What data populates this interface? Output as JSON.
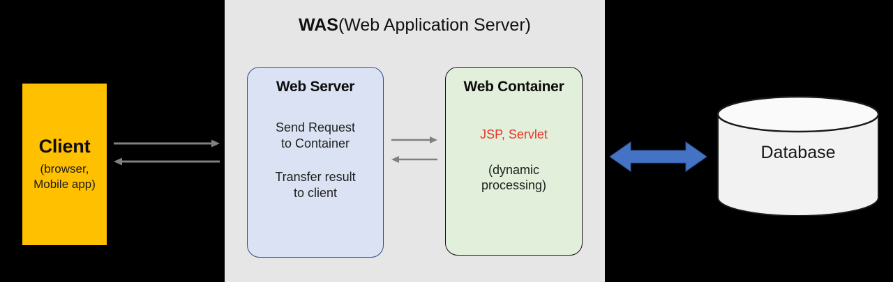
{
  "diagram": {
    "title": "WAS (Web Application Server) architecture",
    "background_color": "#000000"
  },
  "client": {
    "title": "Client",
    "subtitle": "(browser,\nMobile app)",
    "fill_color": "#FFC000",
    "text_color": "#0D0D0D"
  },
  "was": {
    "title_bold": "WAS",
    "title_regular": "(Web Application Server)",
    "panel_color": "#E6E6E6"
  },
  "web_server": {
    "title": "Web Server",
    "line1": "Send Request\nto Container",
    "line2": "Transfer result\nto client",
    "fill_color": "#DAE2F3",
    "border_color": "#2E4D8C"
  },
  "web_container": {
    "title": "Web Container",
    "line1": "JSP, Servlet",
    "line2": "(dynamic\nprocessing)",
    "fill_color": "#E2EFDA",
    "border_color": "#111111",
    "accent_color": "#E8352B"
  },
  "database": {
    "label": "Database",
    "fill_color": "#F2F2F2",
    "border_color": "#1A1A1A"
  },
  "connectors": {
    "client_to_was": "request arrow client to WAS",
    "was_to_client": "response arrow WAS to client",
    "ws_to_wc": "request arrow web server to web container",
    "wc_to_ws": "response arrow web container to web server",
    "was_to_db": "bidirectional arrow WAS to database",
    "gray_color": "#808080",
    "blue_color": "#4472C4"
  }
}
